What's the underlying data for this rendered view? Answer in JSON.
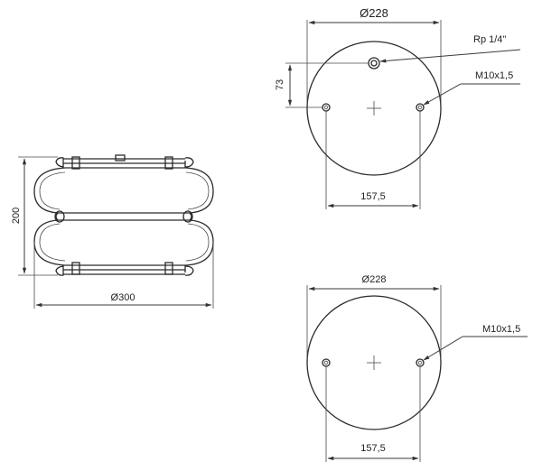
{
  "side_view": {
    "height_label": "200",
    "diameter_label": "Ø300"
  },
  "top_view": {
    "diameter_label": "Ø228",
    "offset_label": "73",
    "port_label": "Rp 1/4\"",
    "thread_label": "M10x1,5",
    "spacing_label": "157,5"
  },
  "bottom_view": {
    "diameter_label": "Ø228",
    "thread_label": "M10x1,5",
    "spacing_label": "157,5"
  }
}
